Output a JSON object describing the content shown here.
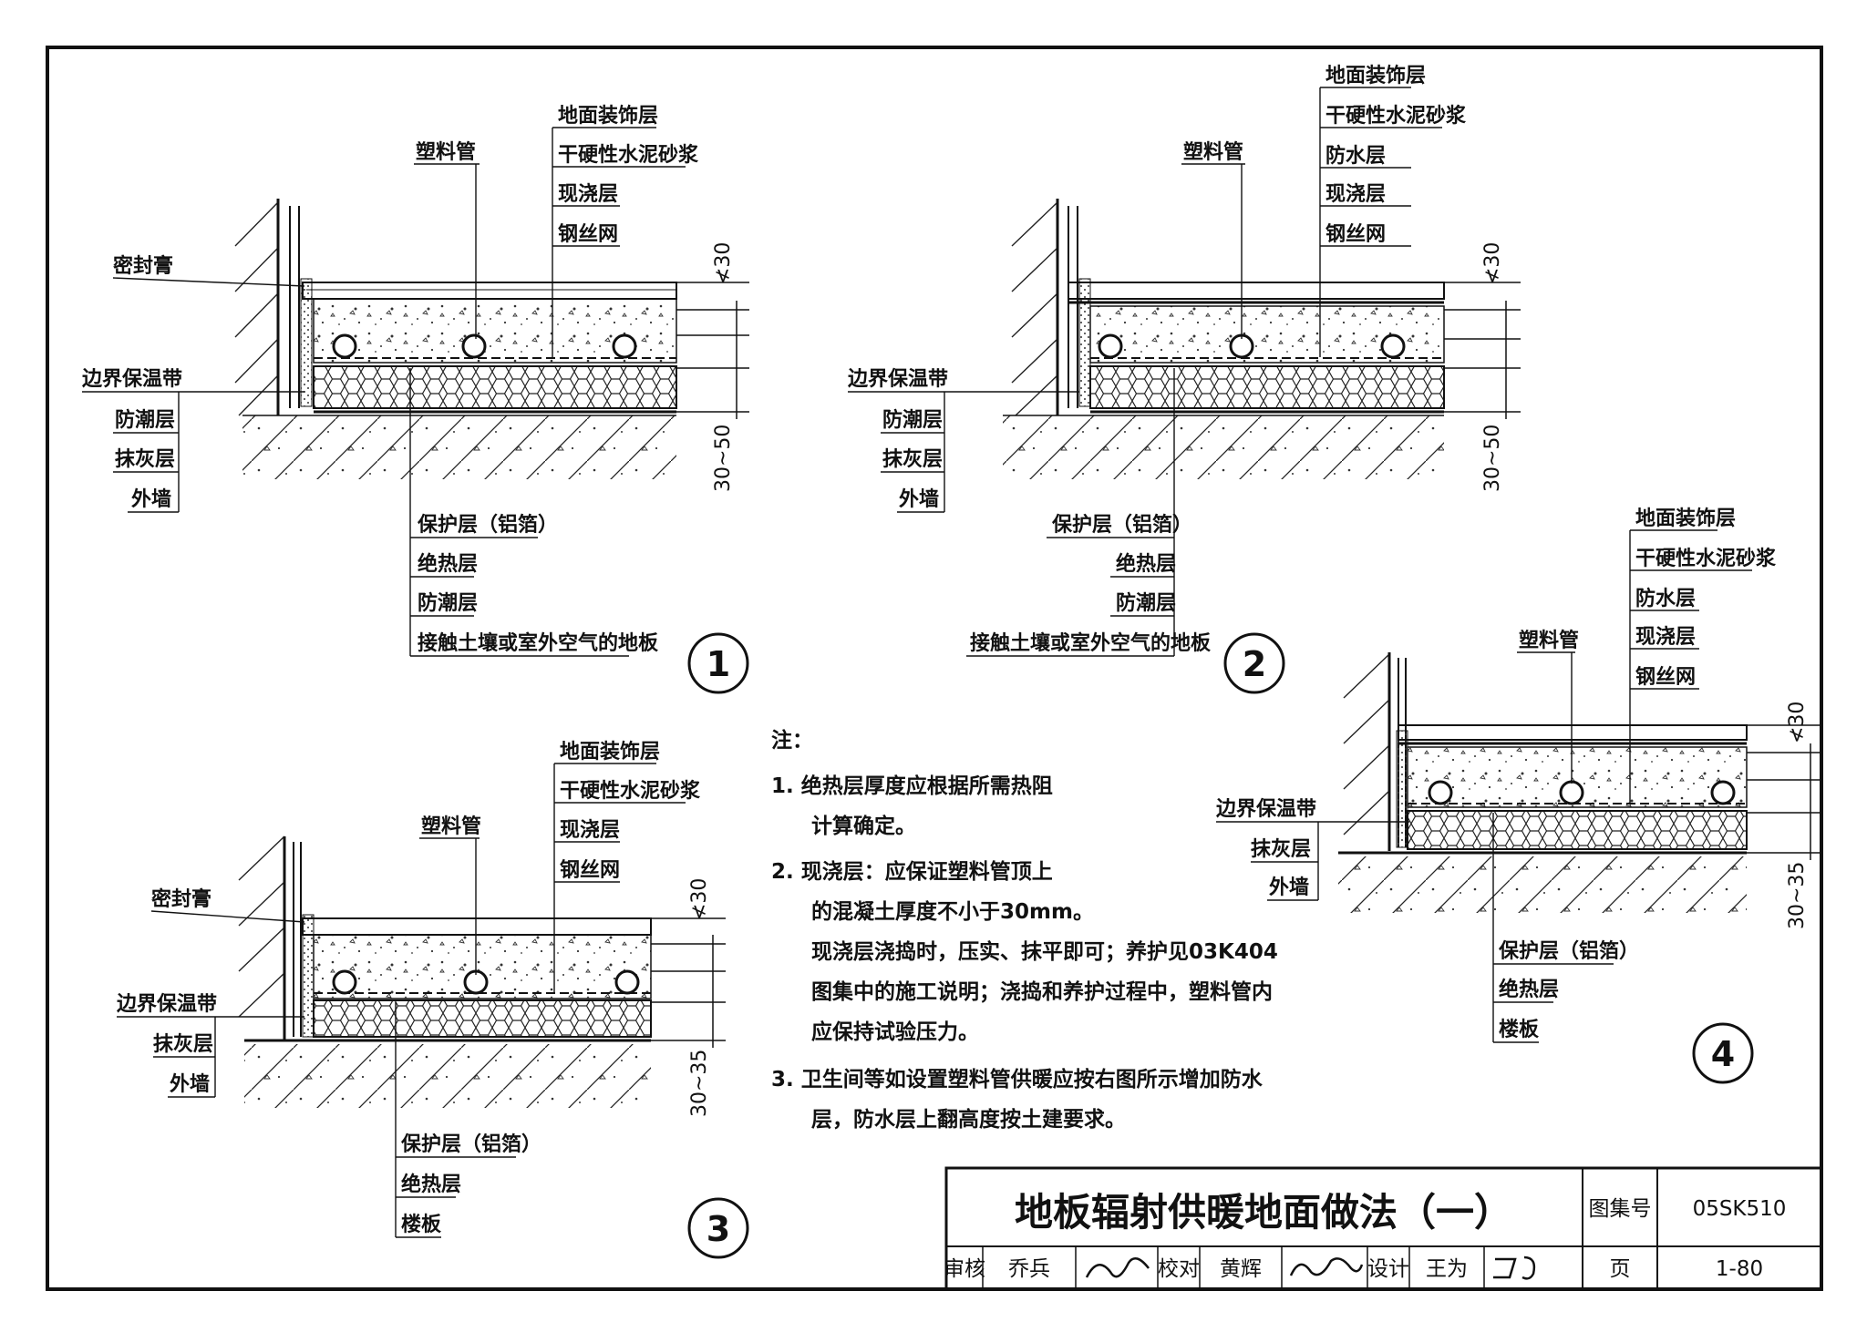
{
  "title_block": {
    "title": "地板辐射供暖地面做法（一）",
    "atlas_label": "图集号",
    "atlas_no": "05SK510",
    "review_label": "审核",
    "reviewer": "乔兵",
    "check_label": "校对",
    "checker": "黄辉",
    "design_label": "设计",
    "designer": "王为",
    "page_label": "页",
    "page_no": "1-80"
  },
  "notes": {
    "heading": "注：",
    "n1_a": "1.  绝热层厚度应根据所需热阻",
    "n1_b": "计算确定。",
    "n2_a": "2.  现浇层：应保证塑料管顶上",
    "n2_b": "的混凝土厚度不小于30mm。",
    "n2_c": "现浇层浇捣时，压实、抹平即可；养护见03K404",
    "n2_d": "图集中的施工说明；浇捣和养护过程中，塑料管内",
    "n2_e": "应保持试验压力。",
    "n3_a": "3.  卫生间等如设置塑料管供暖应按右图所示增加防水",
    "n3_b": "层，防水层上翻高度按土建要求。"
  },
  "detail1": {
    "number": "1",
    "top_labels": [
      "地面装饰层",
      "干硬性水泥砂浆",
      "现浇层",
      "钢丝网"
    ],
    "pipe": "塑料管",
    "seal": "密封膏",
    "left_labels": [
      "边界保温带",
      "防潮层",
      "抹灰层",
      "外墙"
    ],
    "bottom_labels": [
      "保护层（铝箔）",
      "绝热层",
      "防潮层",
      "接触土壤或室外空气的地板"
    ],
    "dim_top": "≮30",
    "dim_bottom": "30~50"
  },
  "detail2": {
    "number": "2",
    "top_labels": [
      "地面装饰层",
      "干硬性水泥砂浆",
      "防水层",
      "现浇层",
      "钢丝网"
    ],
    "pipe": "塑料管",
    "left_labels": [
      "边界保温带",
      "防潮层",
      "抹灰层",
      "外墙"
    ],
    "bottom_labels": [
      "保护层（铝箔）",
      "绝热层",
      "防潮层",
      "接触土壤或室外空气的地板"
    ],
    "dim_top": "≮30",
    "dim_bottom": "30~50"
  },
  "detail3": {
    "number": "3",
    "top_labels": [
      "地面装饰层",
      "干硬性水泥砂浆",
      "现浇层",
      "钢丝网"
    ],
    "pipe": "塑料管",
    "seal": "密封膏",
    "left_labels": [
      "边界保温带",
      "抹灰层",
      "外墙"
    ],
    "bottom_labels": [
      "保护层（铝箔）",
      "绝热层",
      "楼板"
    ],
    "dim_top": "≮30",
    "dim_bottom": "30~35"
  },
  "detail4": {
    "number": "4",
    "top_labels": [
      "地面装饰层",
      "干硬性水泥砂浆",
      "防水层",
      "现浇层",
      "钢丝网"
    ],
    "pipe": "塑料管",
    "left_labels": [
      "边界保温带",
      "抹灰层",
      "外墙"
    ],
    "bottom_labels": [
      "保护层（铝箔）",
      "绝热层",
      "楼板"
    ],
    "dim_top": "≮30",
    "dim_bottom": "30~35"
  }
}
